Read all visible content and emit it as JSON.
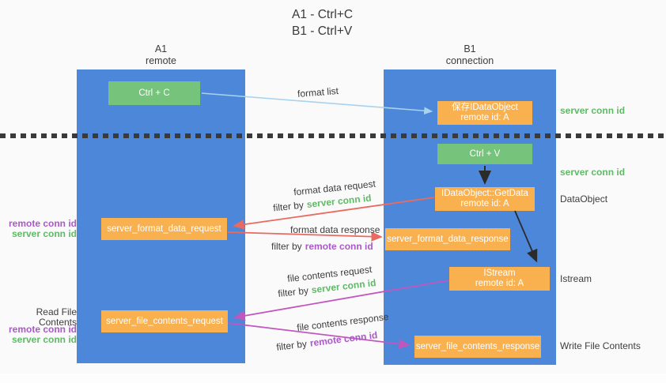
{
  "title": {
    "line1": "A1 - Ctrl+C",
    "line2": "B1 - Ctrl+V"
  },
  "lifelines": {
    "left": {
      "name": "A1",
      "role": "remote"
    },
    "right": {
      "name": "B1",
      "role": "connection"
    }
  },
  "nodes": {
    "ctrl_c": "Ctrl + C",
    "ctrl_v": "Ctrl + V",
    "save_dataobject": {
      "line1": "保存IDataObject",
      "line2": "remote id: A"
    },
    "getdata": {
      "line1": "IDataObject::GetData",
      "line2": "remote id: A"
    },
    "istream": {
      "line1": "IStream",
      "line2": "remote id: A"
    },
    "server_format_data_request": "server_format_data_request",
    "server_format_data_response": "server_format_data_response",
    "server_file_contents_request": "server_file_contents_request",
    "server_file_contents_response": "server_file_contents_response"
  },
  "arrow_labels": {
    "format_list": "format list",
    "format_data_request": "format data request",
    "format_data_response": "format data response",
    "file_contents_request": "file contents request",
    "file_contents_response": "file contents response",
    "filter_by": "filter by"
  },
  "side_labels": {
    "server_conn_id": "server conn id",
    "remote_conn_id": "remote conn id",
    "dataobject": "DataObject",
    "istream": "Istream",
    "read_file_contents": "Read File Contents",
    "write_file_contents": "Write File Contents"
  },
  "colors": {
    "lifeline_blue": "#4d87d9",
    "node_orange": "#f9b04f",
    "node_green": "#76c37c",
    "green_label": "#5fba66",
    "purple_label": "#ab58c8",
    "arrow_blue": "#a9d2ee",
    "arrow_salmon": "#e96a60",
    "arrow_magenta": "#c157be",
    "arrow_black": "#2b2b2b",
    "text_dark": "#3d3d3d",
    "background": "#fafafa"
  }
}
